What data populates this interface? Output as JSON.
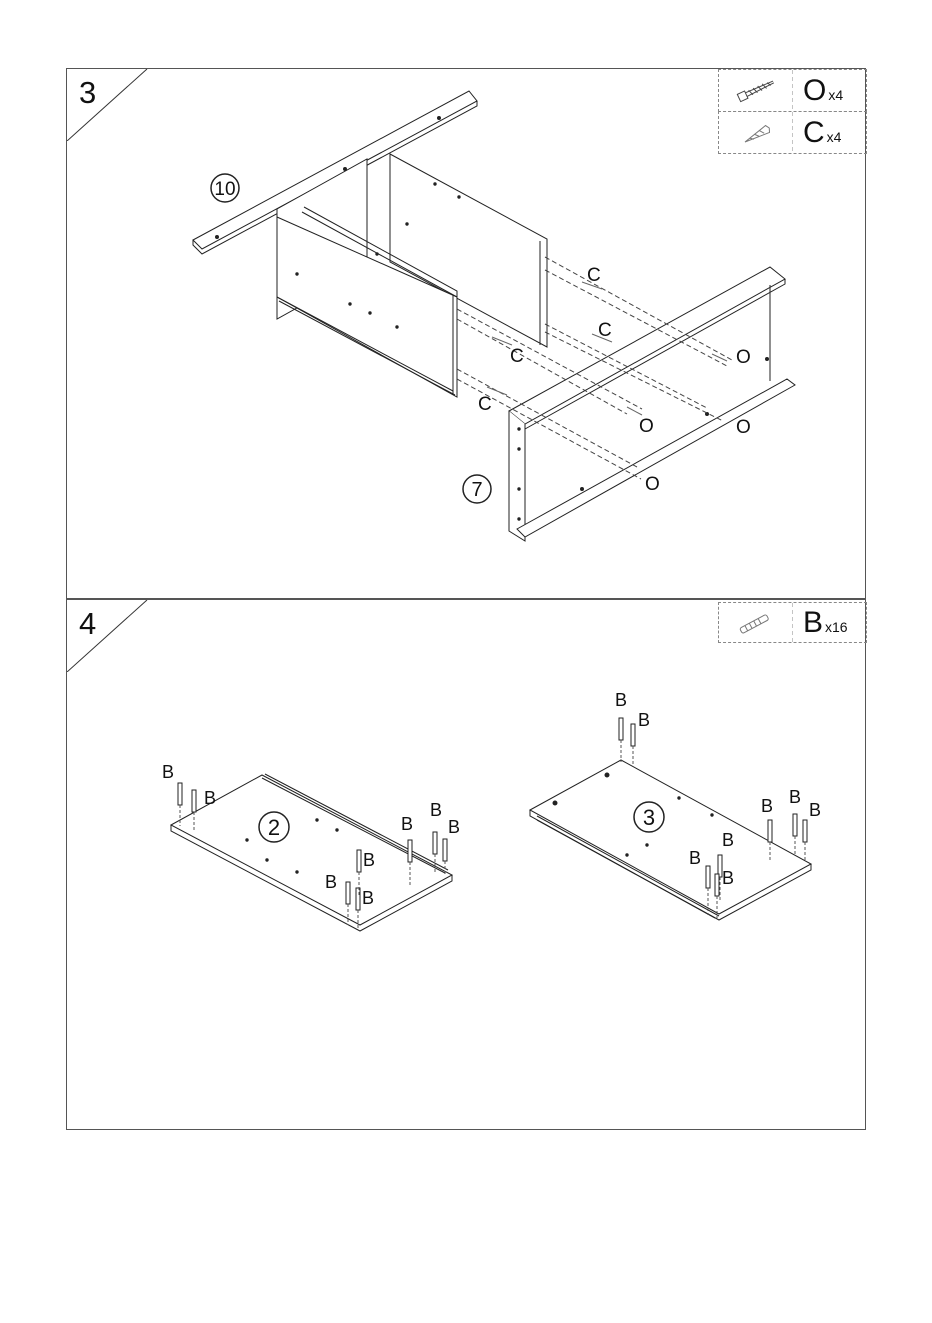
{
  "steps": [
    {
      "number": "3",
      "hardware": [
        {
          "letter": "O",
          "qty": "x4",
          "icon": "screw-icon"
        },
        {
          "letter": "C",
          "qty": "x4",
          "icon": "cam-lock-icon"
        }
      ],
      "part_labels": {
        "top_rail": "10",
        "side_frame": "7"
      },
      "callouts": {
        "cam": "C",
        "bolt": "O"
      }
    },
    {
      "number": "4",
      "hardware": [
        {
          "letter": "B",
          "qty": "x16",
          "icon": "dowel-icon"
        }
      ],
      "part_labels": {
        "left_panel": "2",
        "right_panel": "3"
      },
      "callouts": {
        "dowel": "B"
      }
    }
  ],
  "colors": {
    "line": "#222222",
    "border": "#555555",
    "dashed": "#888888"
  }
}
